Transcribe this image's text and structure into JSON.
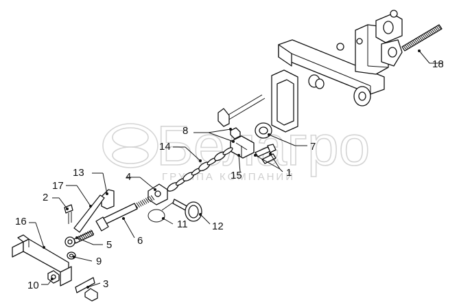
{
  "watermark": {
    "brand": "Белагро",
    "subtitle": "ГРУППА КОМПАНИЙ"
  },
  "callouts": [
    {
      "id": "c1",
      "number": "1"
    },
    {
      "id": "c2",
      "number": "2"
    },
    {
      "id": "c3",
      "number": "3"
    },
    {
      "id": "c4",
      "number": "4"
    },
    {
      "id": "c5",
      "number": "5"
    },
    {
      "id": "c6",
      "number": "6"
    },
    {
      "id": "c7",
      "number": "7"
    },
    {
      "id": "c8",
      "number": "8"
    },
    {
      "id": "c9",
      "number": "9"
    },
    {
      "id": "c10",
      "number": "10"
    },
    {
      "id": "c11",
      "number": "11"
    },
    {
      "id": "c12",
      "number": "12"
    },
    {
      "id": "c13",
      "number": "13"
    },
    {
      "id": "c14",
      "number": "14"
    },
    {
      "id": "c15",
      "number": "15"
    },
    {
      "id": "c16",
      "number": "16"
    },
    {
      "id": "c17",
      "number": "17"
    },
    {
      "id": "c18",
      "number": "18"
    }
  ]
}
